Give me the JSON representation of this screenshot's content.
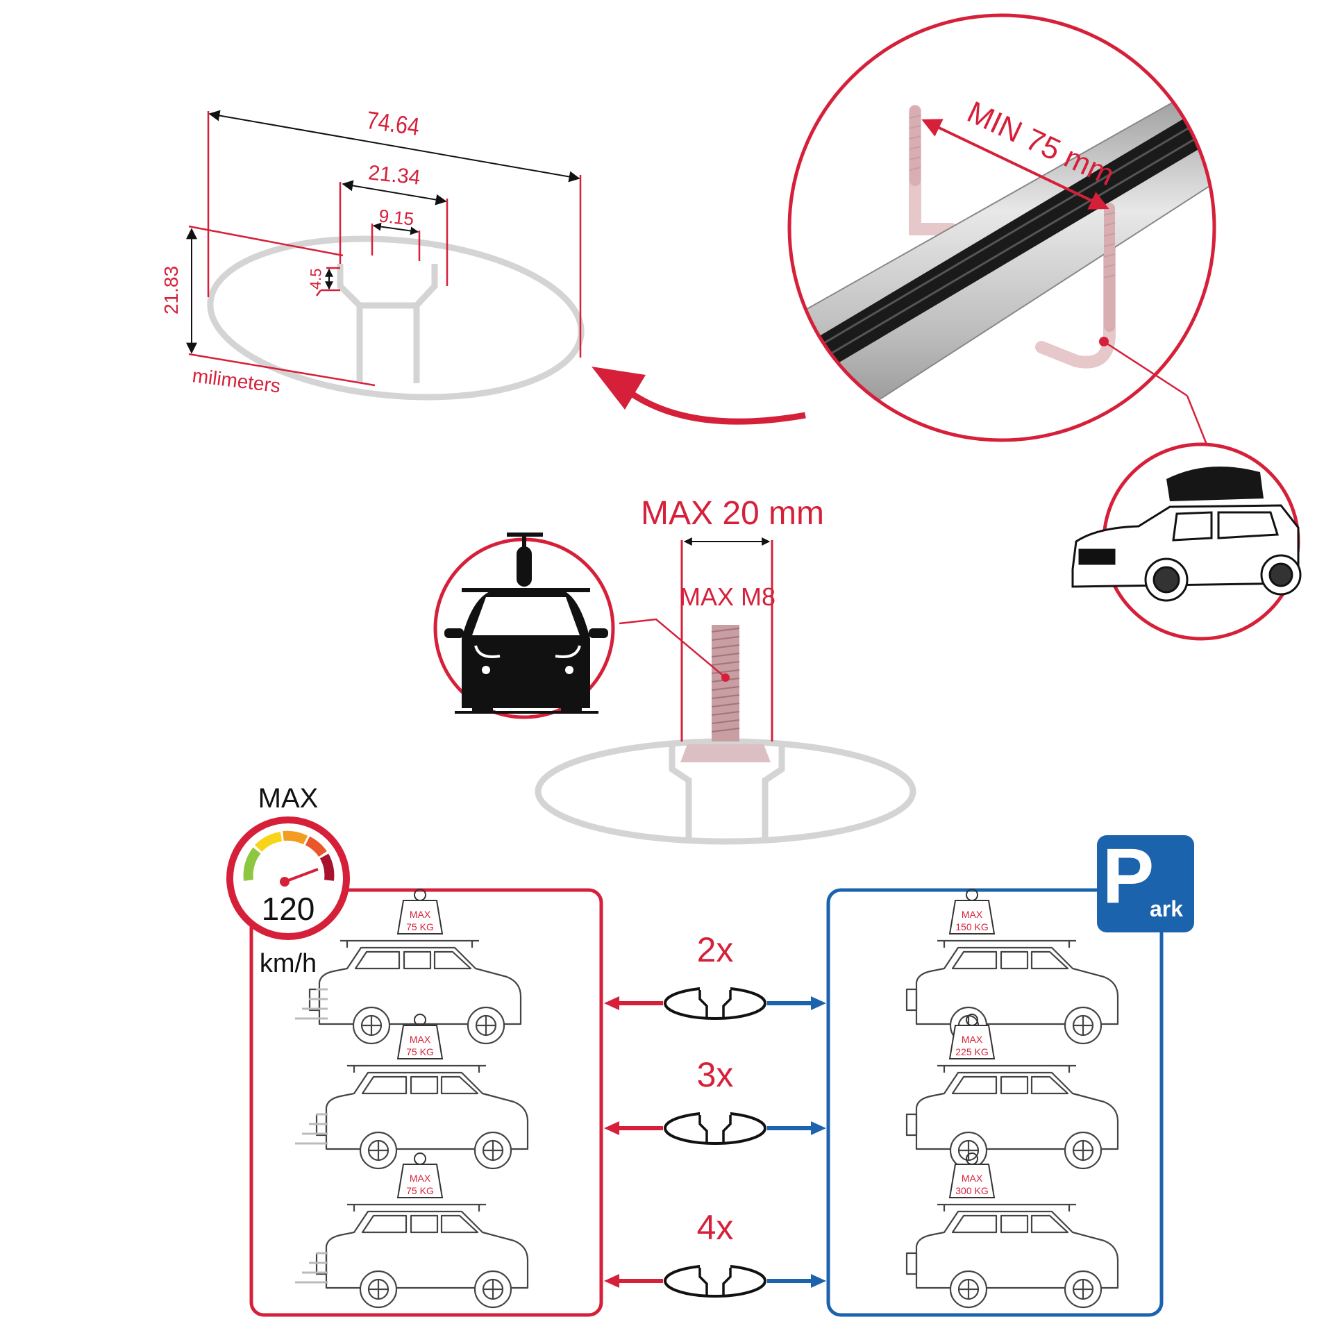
{
  "colors": {
    "red": "#d6203a",
    "blue": "#1b63ad",
    "grey": "#d4d4d4",
    "bolt": "#c89ea2",
    "black": "#111111",
    "silver": "#c0c0c0"
  },
  "profile": {
    "width": "74.64",
    "slot_outer": "21.34",
    "slot_inner": "9.15",
    "slot_depth": "4.5",
    "height": "21.83",
    "unit": "milimeters"
  },
  "bar_detail": {
    "min_spacing": "MIN 75 mm"
  },
  "bolt": {
    "max_width": "MAX 20 mm",
    "max_thread": "MAX M8"
  },
  "speed": {
    "max": "MAX",
    "value": "120",
    "unit": "km/h"
  },
  "park": {
    "letter": "P",
    "rest": "ark"
  },
  "load_rows": [
    {
      "count": "2x",
      "drive_weight": "MAX",
      "drive_kg": "75 KG",
      "park_weight": "MAX",
      "park_kg": "150 KG"
    },
    {
      "count": "3x",
      "drive_weight": "MAX",
      "drive_kg": "75 KG",
      "park_weight": "MAX",
      "park_kg": "225 KG"
    },
    {
      "count": "4x",
      "drive_weight": "MAX",
      "drive_kg": "75 KG",
      "park_weight": "MAX",
      "park_kg": "300 KG"
    }
  ]
}
